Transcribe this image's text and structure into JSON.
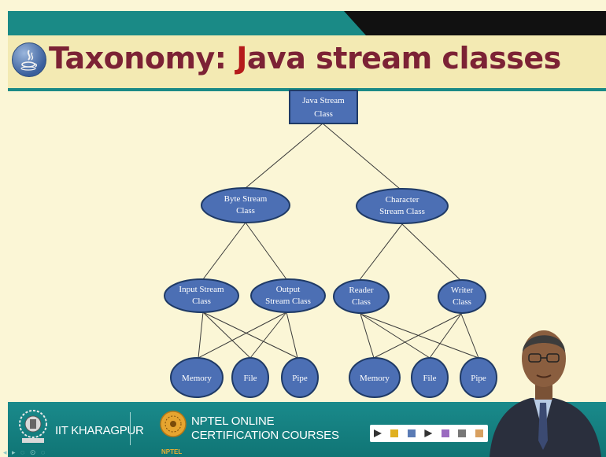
{
  "slide": {
    "title_part1": "Taxonomy: ",
    "title_part2": "J",
    "title_part3": "ava stream classes"
  },
  "diagram": {
    "root": {
      "line1": "Java Stream",
      "line2": "Class"
    },
    "byte": {
      "line1": "Byte Stream",
      "line2": "Class"
    },
    "char": {
      "line1": "Character",
      "line2": "Stream Class"
    },
    "input": {
      "line1": "Input Stream",
      "line2": "Class"
    },
    "output": {
      "line1": "Output",
      "line2": "Stream Class"
    },
    "reader": {
      "line1": "Reader",
      "line2": "Class"
    },
    "writer": {
      "line1": "Writer",
      "line2": "Class"
    },
    "leaves_left": [
      "Memory",
      "File",
      "Pipe"
    ],
    "leaves_right": [
      "Memory",
      "File",
      "Pipe"
    ]
  },
  "footer": {
    "institute": "IIT KHARAGPUR",
    "nptel_line1": "NPTEL ONLINE",
    "nptel_line2": "CERTIFICATION COURSES",
    "nptel_small": "NPTEL"
  },
  "colors": {
    "teal": "#1a8a86",
    "title": "#7c2235",
    "node_fill": "#4c6fb4",
    "node_stroke": "#1f3a66",
    "background": "#fbf6d6"
  }
}
